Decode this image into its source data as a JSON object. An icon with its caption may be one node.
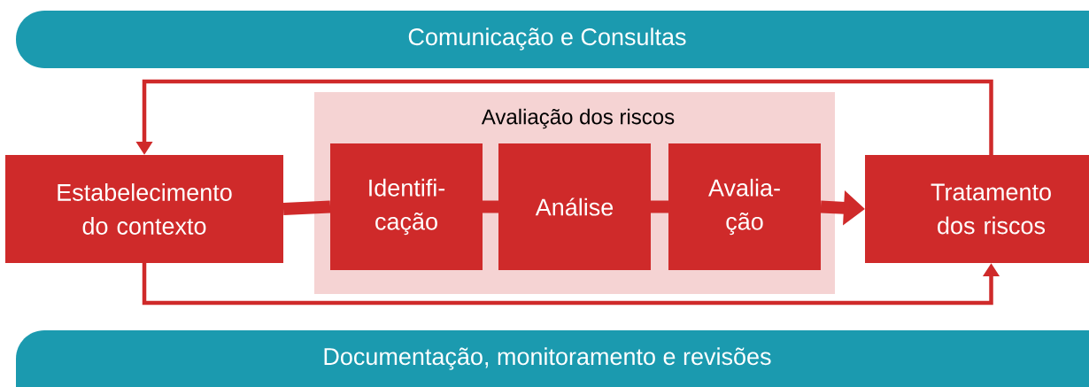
{
  "diagram": {
    "nodes": [
      {
        "text": [
          "Comunicação e Consultas"
        ]
      },
      {
        "text": [
          "Estabelecimento do contexto"
        ]
      },
      {
        "text": [
          "Avaliação dos riscos"
        ]
      },
      {
        "text": [
          "Identifi- cação"
        ],
        "in": 2
      },
      {
        "text": [
          "Análise"
        ],
        "in": 2
      },
      {
        "text": [
          "Avalia- ção"
        ],
        "in": 2
      },
      {
        "text": [
          "Tratamento dos riscos"
        ]
      },
      {
        "text": [
          "Documentação, monitoramento e revisões"
        ]
      }
    ],
    "edges": [
      {
        "from": 1,
        "to": 3,
        "arrow": "none"
      },
      {
        "from": 3,
        "to": 4,
        "arrow": "none"
      },
      {
        "from": 4,
        "to": 5,
        "arrow": "none"
      },
      {
        "from": 5,
        "to": 6,
        "arrow": "to"
      },
      {
        "from": 6,
        "to": 1,
        "arrow": "to"
      },
      {
        "from": 1,
        "to": 6,
        "arrow": "to"
      }
    ]
  }
}
